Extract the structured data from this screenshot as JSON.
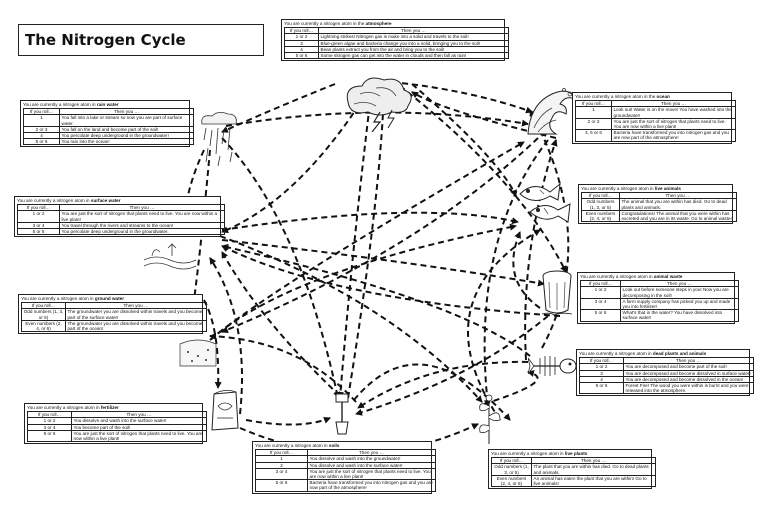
{
  "title": "The Nitrogen Cycle",
  "roll_header": "If you roll…",
  "then_header": "Then you …",
  "boxes": {
    "atmosphere": {
      "prefix": "You are currently a nitrogen atom in the",
      "name": "atmosphere",
      "rows": [
        [
          "1 or 2",
          "Lightning strikes! Nitrogen gas is make into a solid and travels to the soil!"
        ],
        [
          "3",
          "Blue-green algae and bacteria change you into a solid, bringing you to the soil!"
        ],
        [
          "4",
          "Bean plants extract you from the air and bring you to the soil!"
        ],
        [
          "5 or 6",
          "Some nitrogen gas can get into the water in clouds and then fall as rain!"
        ]
      ]
    },
    "rain_water": {
      "prefix": "You are currently a nitrogen atom in",
      "name": "rain water",
      "rows": [
        [
          "1",
          "You fall into a lake or stream so now you are part of surface water."
        ],
        [
          "2 or 3",
          "You fall on the land and become part of the soil!"
        ],
        [
          "4",
          "You percolate deep underground in the groundwater!"
        ],
        [
          "5 or 6",
          "You rain into the ocean!"
        ]
      ]
    },
    "ocean": {
      "prefix": "You are currently a nitrogen atom in the",
      "name": "ocean",
      "rows": [
        [
          "1",
          "Look out! Water is on the move! You have washed into the groundwater!"
        ],
        [
          "2 or 3",
          "You are just the sort of nitrogen that plants need to live. You are now within a live plant!"
        ],
        [
          "4, 5 or 6",
          "Bacteria have transformed you into nitrogen gas and you are now part of the atmosphere!"
        ]
      ]
    },
    "surface_water": {
      "prefix": "You are currently a nitrogen atom in",
      "name": "surface water",
      "rows": [
        [
          "1 or 2",
          "You are just the sort of nitrogen that plants need to live. You are now within a live plant!"
        ],
        [
          "3 or 4",
          "You travel through the rivers and streams to the ocean!"
        ],
        [
          "5 or 6",
          "You percolate deep underground in the groundwater."
        ]
      ]
    },
    "live_animals": {
      "prefix": "You are currently a nitrogen atom in",
      "name": "live animals",
      "rows": [
        [
          "Odd numbers (1, 3, or 5)",
          "The animal that you are within has died. Go to dead plants and animals."
        ],
        [
          "Even numbers (2, 4, or 6)",
          "Congratulations! The animal that you were within has excreted and you are in its waste. Go to animal waste!"
        ]
      ]
    },
    "animal_waste": {
      "prefix": "You are currently a nitrogen atom in",
      "name": "animal waste",
      "rows": [
        [
          "1 or 2",
          "Look out before someone steps in you! Now you are decomposing in the soil!"
        ],
        [
          "3 or 4",
          "A farm supply company has picked you up and made you into fertilizer!"
        ],
        [
          "5 or 6",
          "What's that in the water? You have dissolved into surface water!"
        ]
      ]
    },
    "ground_water": {
      "prefix": "You are currently a nitrogen atom in",
      "name": "ground water",
      "rows": [
        [
          "Odd numbers (1, 3, or 5)",
          "The groundwater you are dissolved within travels and you become part of the surface water!"
        ],
        [
          "Even numbers (2, 4, or 6)",
          "The groundwater you are dissolved within travels and you become part of the ocean!"
        ]
      ]
    },
    "dead_plants": {
      "prefix": "You are currently a nitrogen atom in",
      "name": "dead plants and animals",
      "rows": [
        [
          "1 or 2",
          "You are decomposed and become part of the soil!"
        ],
        [
          "3",
          "You are decomposed and become dissolved in surface water!"
        ],
        [
          "4",
          "You are decomposed and become dissolved in the ocean!"
        ],
        [
          "5 or 6",
          "Forest Fire! The wood you were within is burnt and you were released into the atmosphere."
        ]
      ]
    },
    "fertilizer": {
      "prefix": "You are currently a nitrogen atom in",
      "name": "fertilizer",
      "rows": [
        [
          "1 or 2",
          "You dissolve and wash into the surface water!"
        ],
        [
          "3 or 4",
          "You become part of the soil!"
        ],
        [
          "5 or 6",
          "You are just the sort of nitrogen that plants need to live. You are now within a live plant!"
        ]
      ]
    },
    "soils": {
      "prefix": "You are currently a nitrogen atom in",
      "name": "soils",
      "rows": [
        [
          "1",
          "You dissolve and wash into the groundwater!"
        ],
        [
          "2",
          "You dissolve and wash into the surface water!"
        ],
        [
          "3 or 4",
          "You are just the sort of nitrogen that plants need to live. You are now within a live plant!"
        ],
        [
          "5 or 6",
          "Bacteria have transformed you into nitrogen gas and you are now part of the atmosphere!"
        ]
      ]
    },
    "live_plants": {
      "prefix": "You are currently a nitrogen atom in",
      "name": "live plants",
      "rows": [
        [
          "Odd numbers (1, 3, or 5)",
          "The plant that you are within has died. Go to dead plants and animals."
        ],
        [
          "Even numbers (2, 4, or 6)",
          "An animal has eaten the plant that you are within! Go to live animals!"
        ]
      ]
    }
  }
}
